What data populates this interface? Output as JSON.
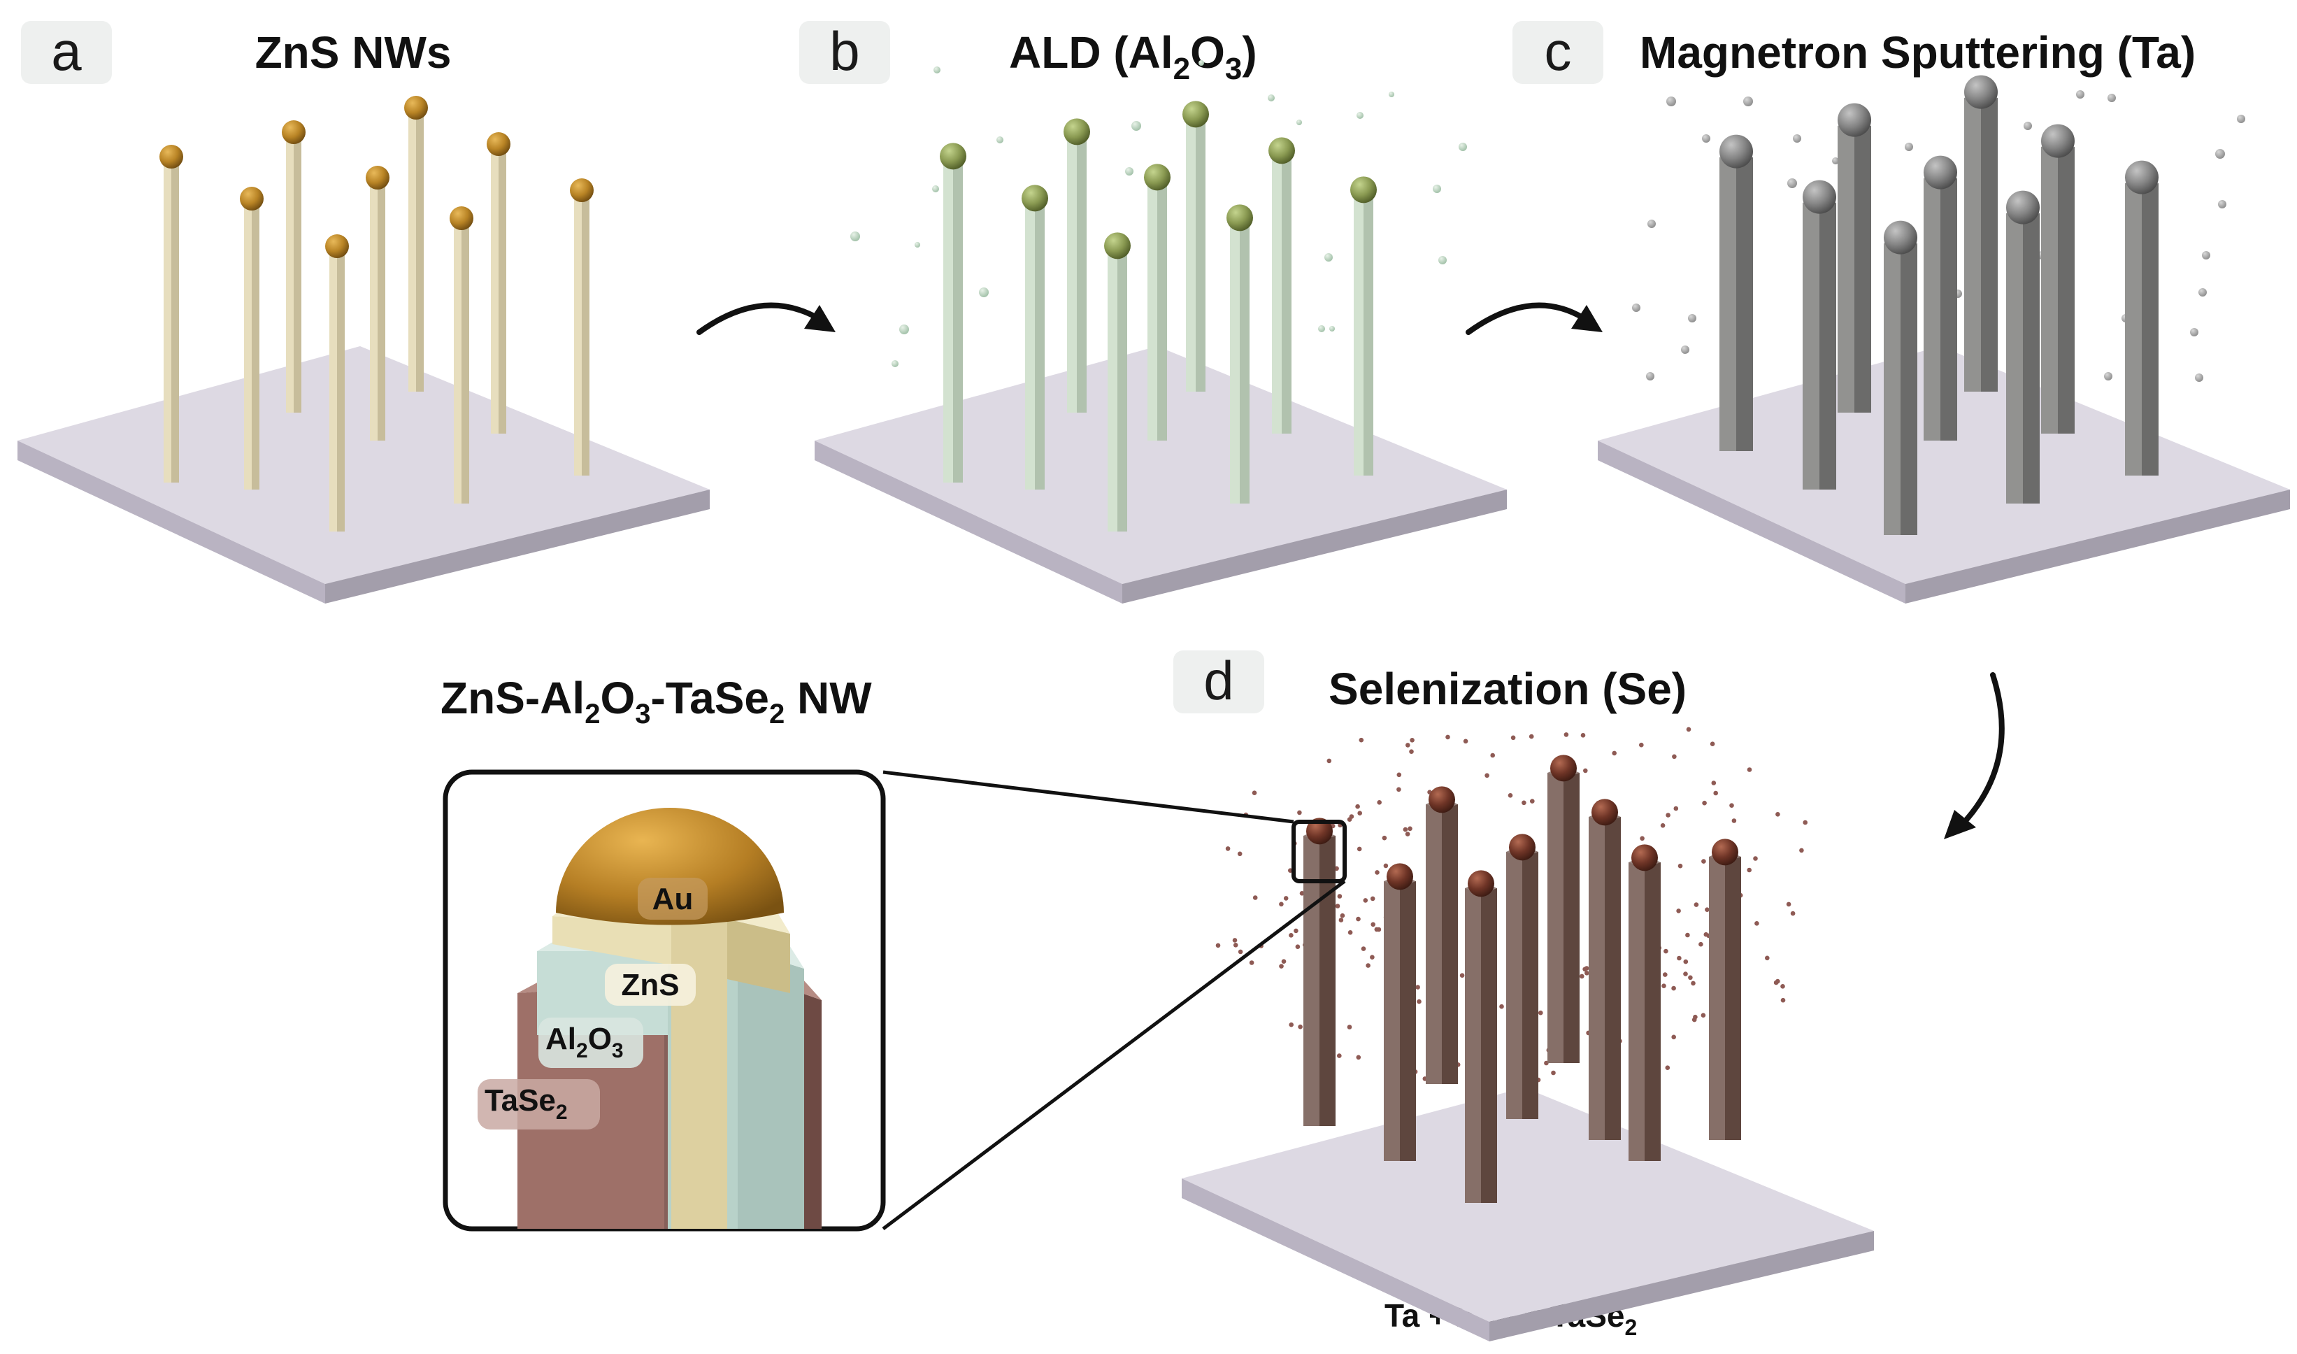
{
  "panels": [
    {
      "letter": "a",
      "title": "ZnS NWs"
    },
    {
      "letter": "b",
      "title_main": "ALD (Al",
      "title_sub1": "2",
      "title_mid": "O",
      "title_sub2": "3",
      "title_end": ")"
    },
    {
      "letter": "c",
      "title": "Magnetron Sputtering (Ta)"
    },
    {
      "letter": "d",
      "title": "Selenization (Se)"
    }
  ],
  "inset": {
    "title": {
      "p1": "ZnS-Al",
      "s1": "2",
      "p2": "O",
      "s2": "3",
      "p3": "-TaSe",
      "s3": "2",
      "p4": " NW"
    },
    "labels": {
      "au": "Au",
      "zns": "ZnS",
      "al2o3": {
        "p1": "Al",
        "s1": "2",
        "p2": "O",
        "s2": "3"
      },
      "tase2": {
        "p1": "TaSe",
        "s1": "2"
      }
    }
  },
  "equation": {
    "p1": "Ta + 2Se = TaSe",
    "s1": "2"
  },
  "colors": {
    "substrate_top": "#ddd9e3",
    "substrate_side": "#b9b3c2",
    "zns_wire": "#e2d7b0",
    "ald_wire": "#c9dcc6",
    "ta_wire": "#7a7a78",
    "tase2_wire": "#6b4f47",
    "au_cap": "#a97a1e",
    "ald_cap": "#8a9a52",
    "ta_cap": "#7d7d7d",
    "se_cap": "#5a3025",
    "se_dots": "#8e5a54"
  }
}
